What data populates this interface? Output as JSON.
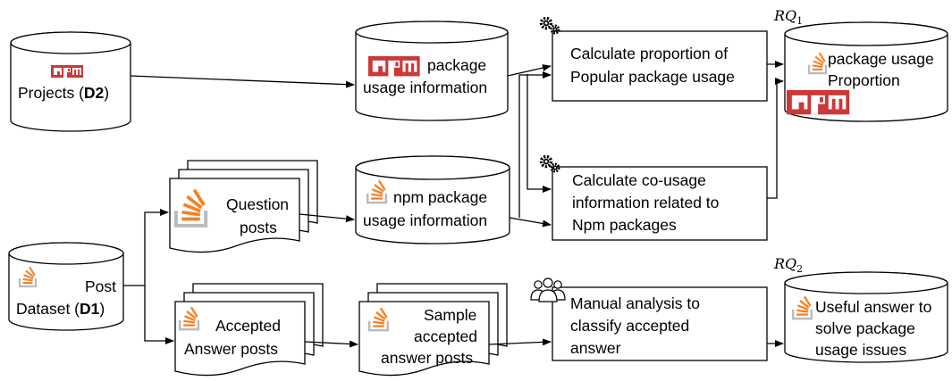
{
  "nodes": {
    "projects": {
      "text": "Projects (",
      "bold": "D2",
      "tail": ")"
    },
    "npm_usage_info": {
      "line1": "package",
      "line2": "usage information"
    },
    "calc_proportion": {
      "line1": "Calculate proportion of",
      "line2": "Popular package usage"
    },
    "package_usage_proportion": {
      "line1": "package usage",
      "line2": "Proportion"
    },
    "calc_cousage": {
      "line1": "Calculate co-",
      "line1b": "usage",
      "line2": "information related to",
      "line3": "Npm packages"
    },
    "question_posts": {
      "line1": "Question",
      "line2": "posts"
    },
    "so_npm_usage_info": {
      "line1": "npm package",
      "line2": "usage information"
    },
    "post_dataset": {
      "line1": "Post",
      "line2": "Dataset (",
      "bold": "D1",
      "tail": ")"
    },
    "accepted_answer_posts": {
      "line1": "Accepted",
      "line2": "Answer posts"
    },
    "sample_accepted": {
      "line1": "Sample",
      "line2": "accepted",
      "line3": "answer posts"
    },
    "manual_analysis": {
      "line1": "Manual analysis to",
      "line2": "classify accepted",
      "line3": "answer"
    },
    "useful_answer": {
      "line1": "Useful answer to",
      "line2": "solve package",
      "line3": "usage issues"
    }
  },
  "rq_labels": {
    "rq1": "RQ",
    "rq1_sub": "1",
    "rq2": "RQ",
    "rq2_sub": "2"
  },
  "logo_text": "npm",
  "colors": {
    "npm_red": "#cb3837",
    "so_orange": "#f48024",
    "so_gray": "#bcbbbb",
    "stroke": "#000000"
  }
}
